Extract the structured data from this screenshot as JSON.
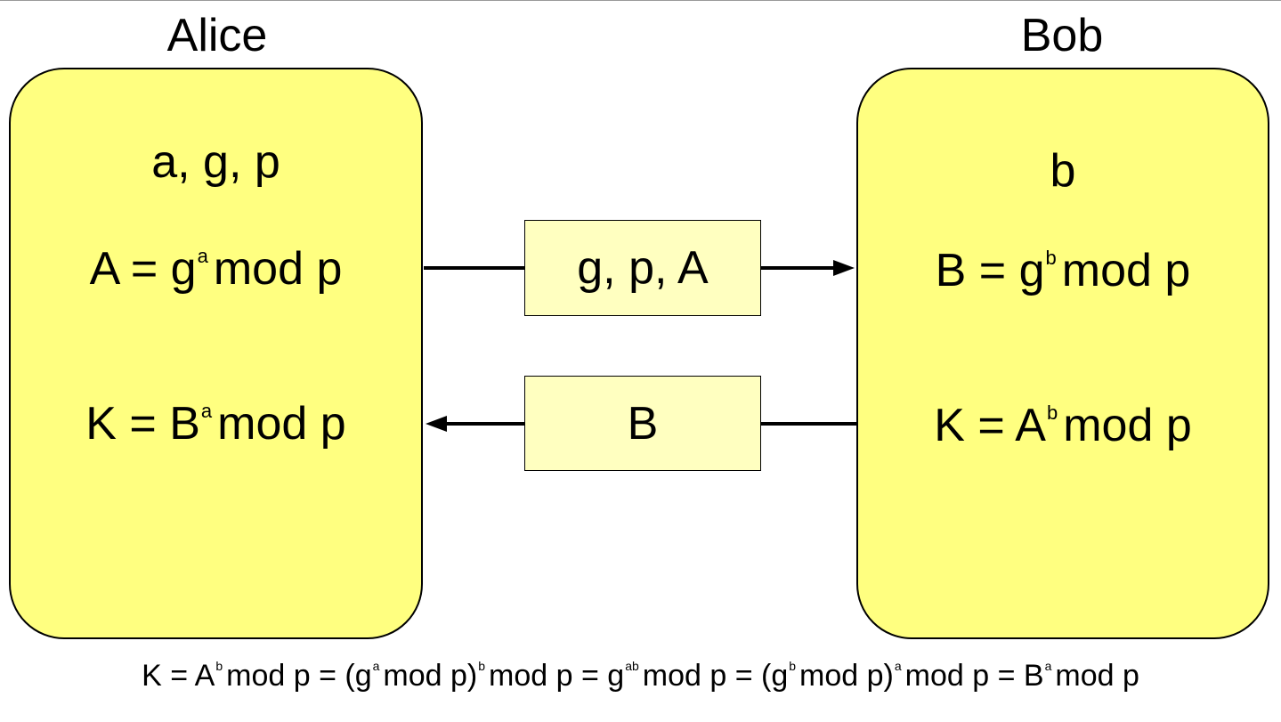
{
  "alice": {
    "name": "Alice",
    "known": "a, g, p",
    "public_lhs": "A = g",
    "public_exp": "a",
    "public_rhs": "mod p",
    "key_lhs": "K = B",
    "key_exp": "a",
    "key_rhs": "mod p"
  },
  "bob": {
    "name": "Bob",
    "known": "b",
    "public_lhs": "B = g",
    "public_exp": "b",
    "public_rhs": "mod p",
    "key_lhs": "K = A",
    "key_exp": "b",
    "key_rhs": "mod p"
  },
  "messages": {
    "to_bob": "g, p, A",
    "to_alice": "B"
  },
  "footer": {
    "t1": "K = A",
    "e1": "b",
    "t2": "mod p = (g",
    "e2": "a",
    "t3": "mod p)",
    "e3": "b",
    "t4": "mod p = g",
    "e4": "ab",
    "t5": "mod p = (g",
    "e5": "b",
    "t6": "mod p)",
    "e6": "a",
    "t7": "mod p = B",
    "e7": "a",
    "t8": "mod p"
  },
  "colors": {
    "party_box": "#ffff80",
    "message_box": "#ffffc0",
    "border": "#000000"
  }
}
